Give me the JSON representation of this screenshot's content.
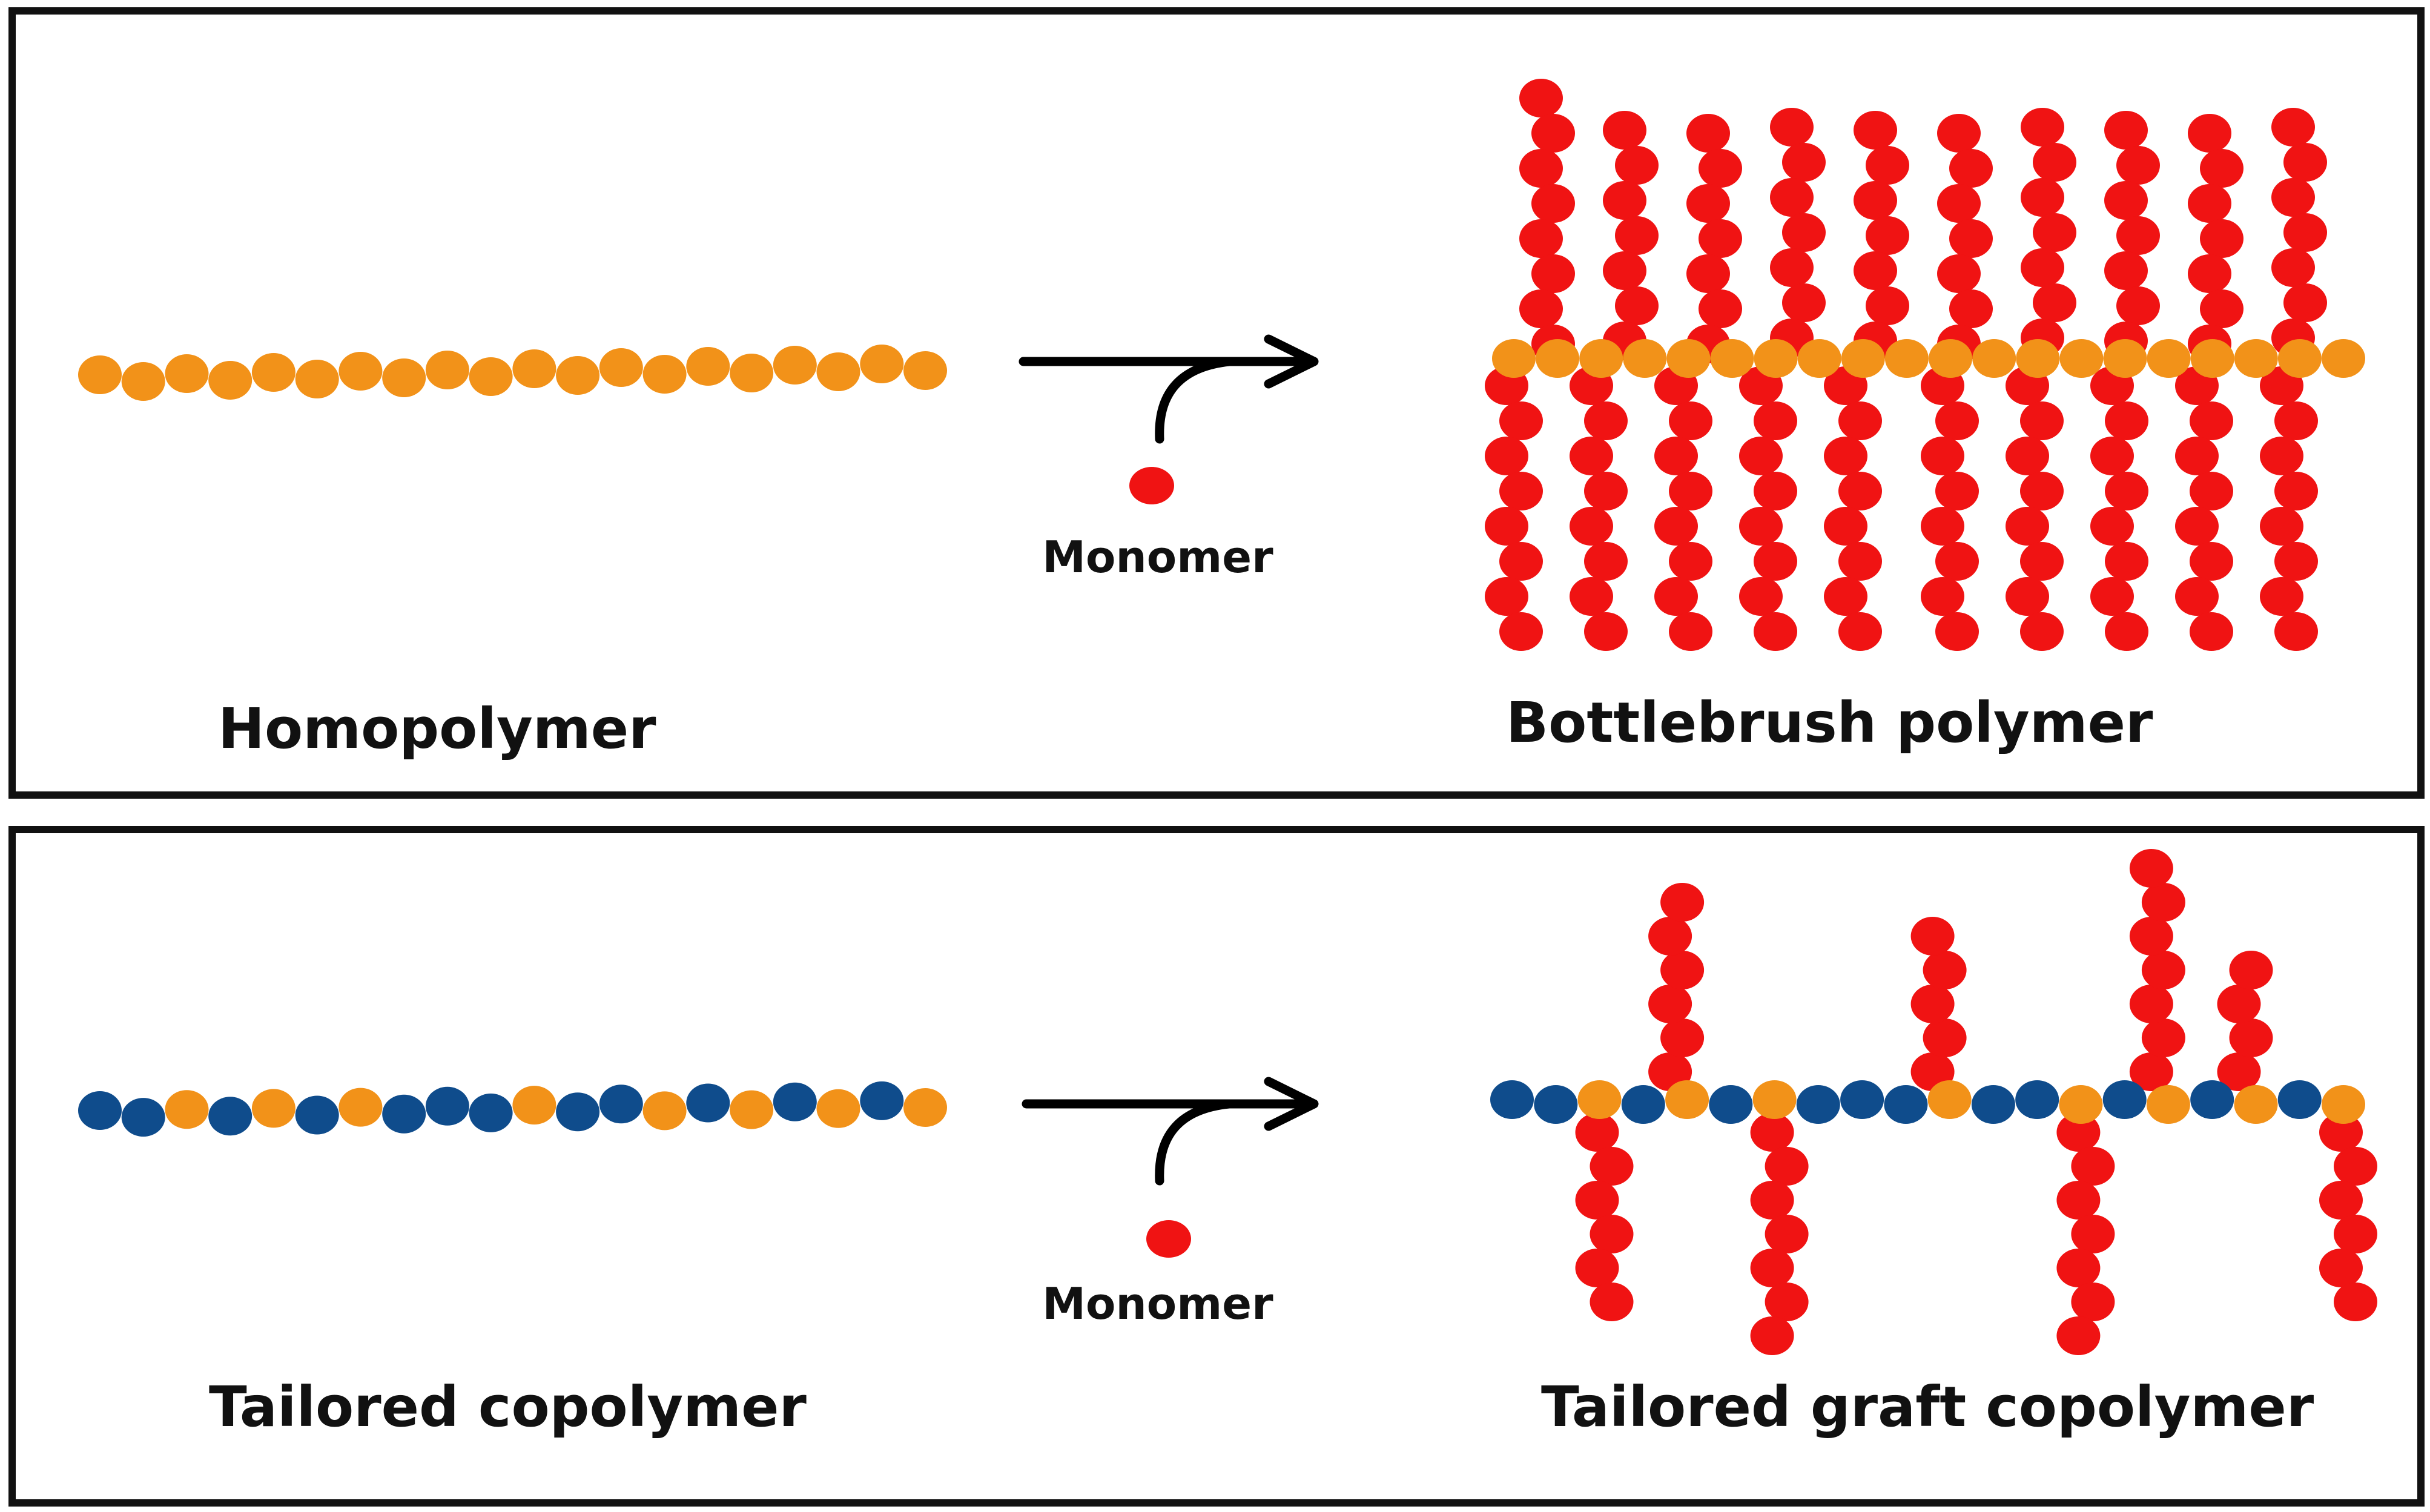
{
  "colors": {
    "backbone_orange": "#F29219",
    "backbone_blue": "#0F4C8C",
    "side_chain_red": "#F01313",
    "arrow": "#000000",
    "border": "#111111"
  },
  "panels": [
    {
      "left_label": "Homopolymer",
      "monomer_label": "Monomer",
      "right_label": "Bottlebrush polymer"
    },
    {
      "left_label": "Tailored copolymer",
      "monomer_label": "Monomer",
      "right_label": "Tailored graft copolymer"
    }
  ]
}
